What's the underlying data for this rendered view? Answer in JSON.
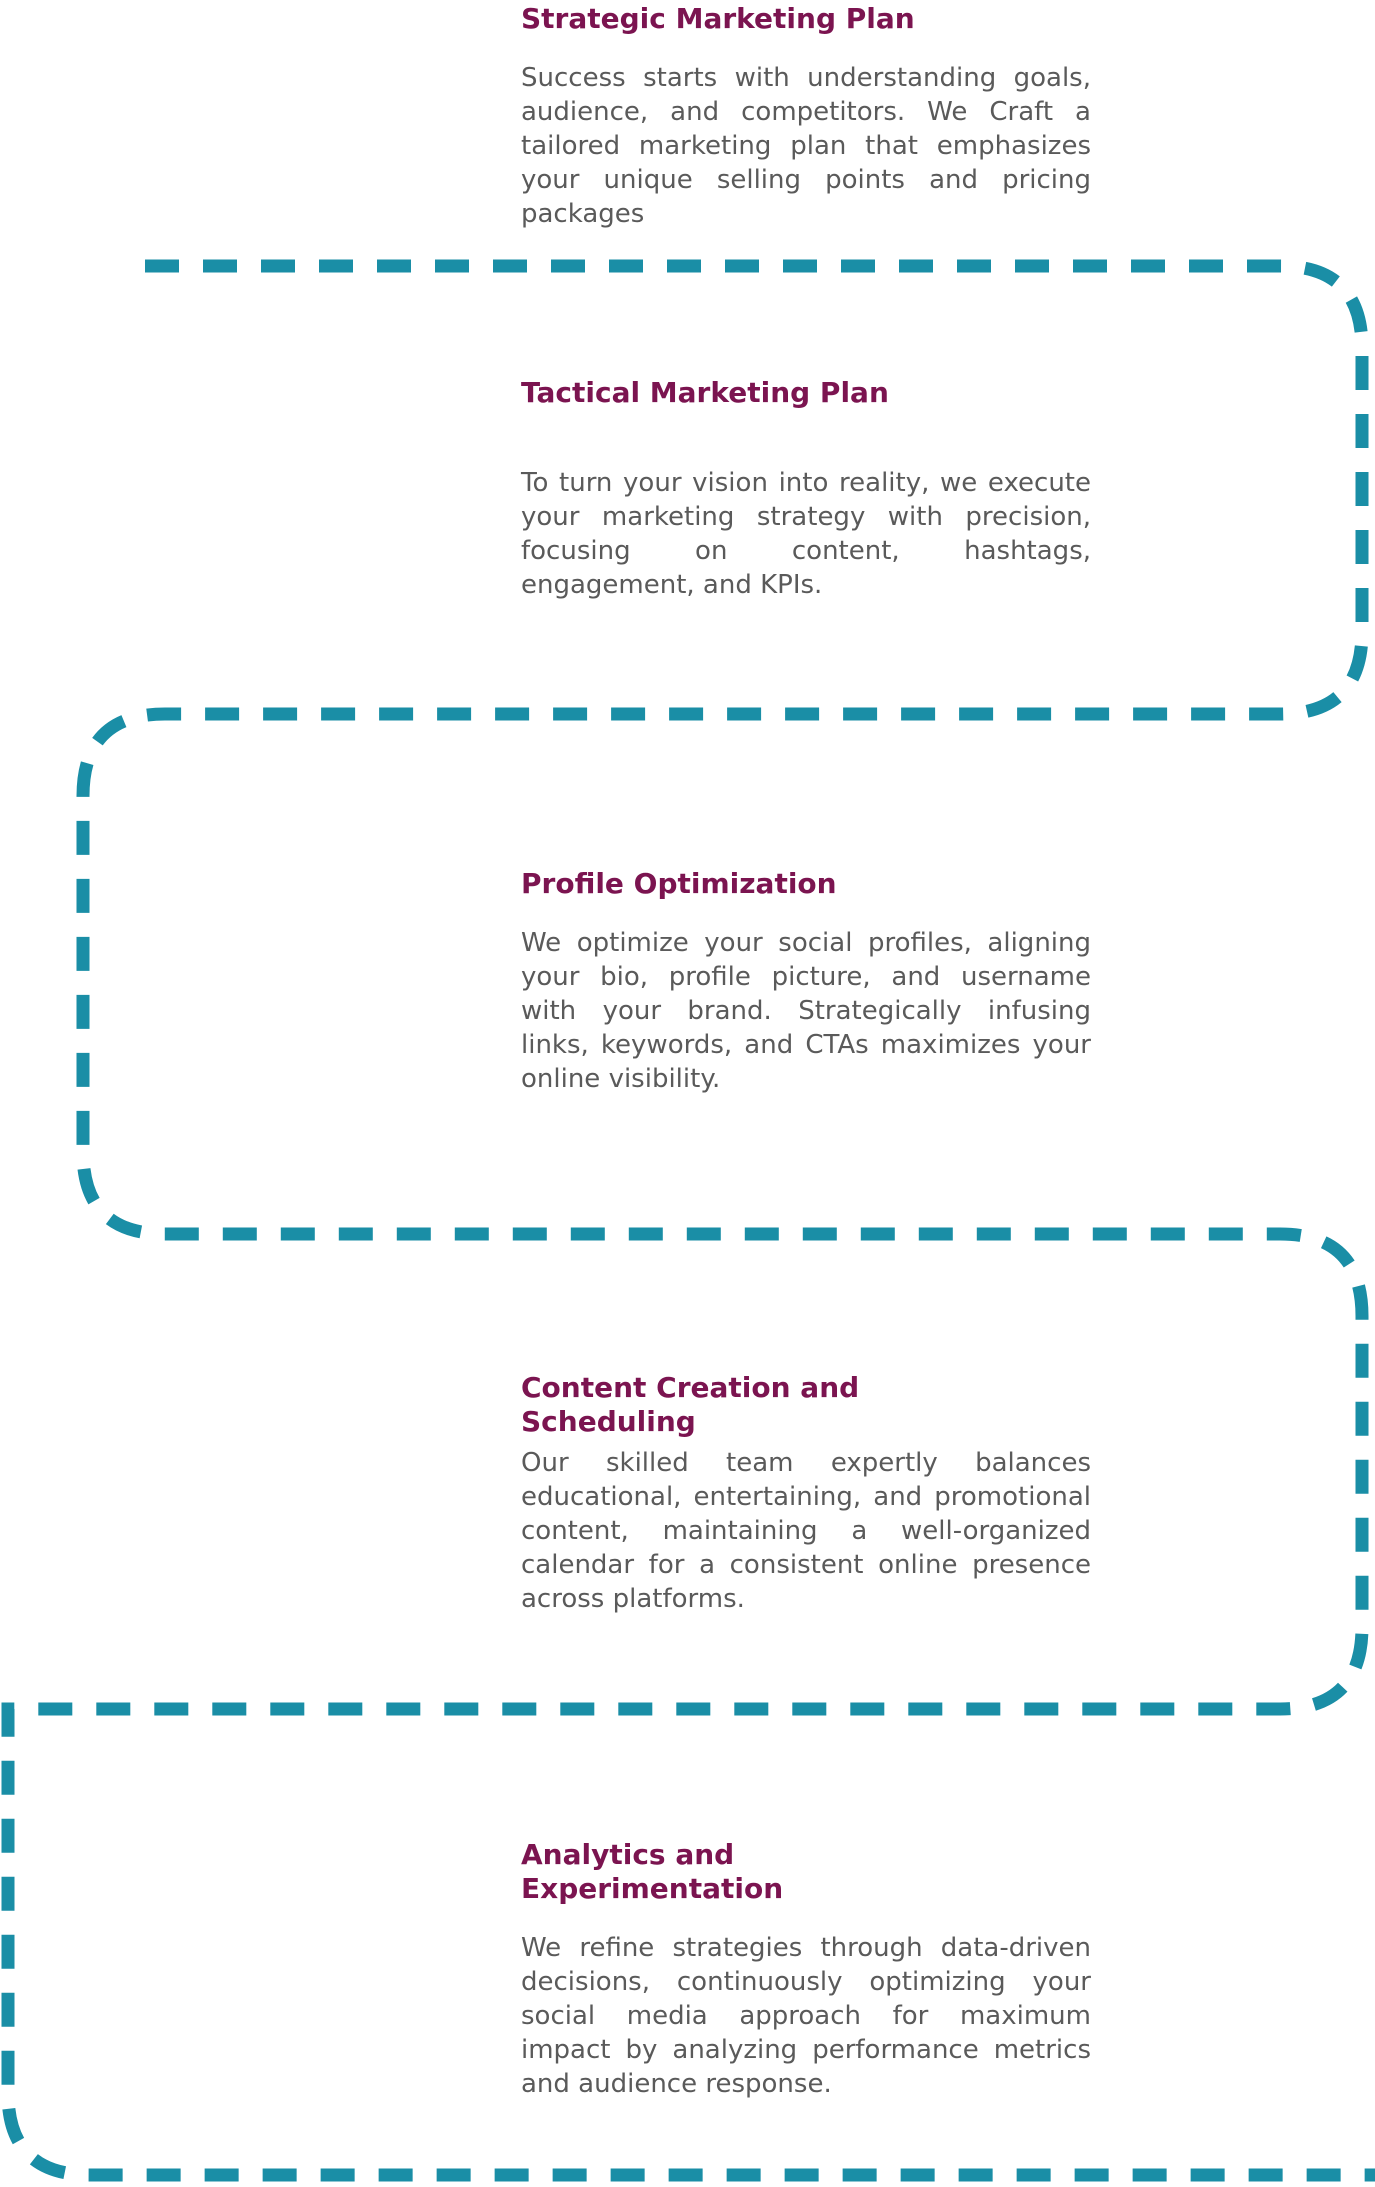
{
  "path": {
    "color": "#1a8ea6"
  },
  "steps": [
    {
      "title": "Strategic Marketing Plan",
      "description": "Success starts with understanding goals, audience, and competitors. We Craft a tailored marketing plan that emphasizes your unique selling points and pricing packages"
    },
    {
      "title": "Tactical Marketing Plan",
      "description": "To turn your vision into reality, we execute your marketing strategy with precision, focusing on content, hashtags, engagement, and KPIs."
    },
    {
      "title": "Profile Optimization",
      "description": "We optimize your social profiles, aligning your bio, profile picture, and username with your brand. Strategically infusing links, keywords, and CTAs maximizes your online visibility."
    },
    {
      "title": "Content Creation and\nScheduling",
      "description": "Our skilled team expertly balances educational, entertaining, and promotional content, maintaining a well-organized calendar for a consistent online presence across platforms."
    },
    {
      "title": "Analytics and\nExperimentation",
      "description": "We refine strategies through data-driven decisions, continuously optimizing your social media approach for maximum impact by analyzing performance metrics and audience response."
    }
  ]
}
